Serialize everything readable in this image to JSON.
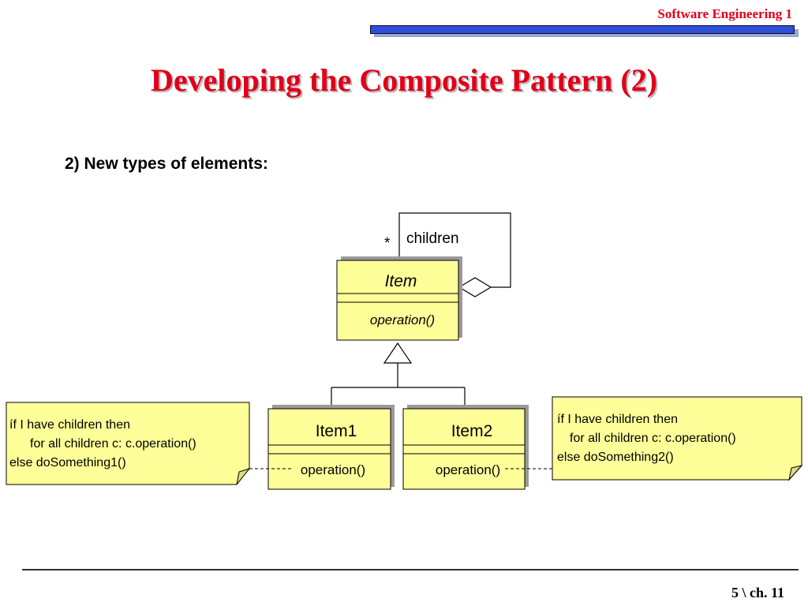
{
  "header": {
    "course": "Software Engineering 1",
    "bar_color": "#2f4fd8"
  },
  "slide": {
    "title": "Developing the Composite Pattern (2)",
    "subtitle": "2) New types of elements:",
    "title_color": "#e0001a"
  },
  "diagram": {
    "box_fill": "#ffff99",
    "item": {
      "name": "Item",
      "operation": "operation()"
    },
    "aggregation": {
      "multiplicity": "*",
      "role": "children"
    },
    "item1": {
      "name": "Item1",
      "operation": "operation()"
    },
    "item2": {
      "name": "Item2",
      "operation": "operation()"
    },
    "note_left": {
      "line1": "íf I have children then",
      "line2": "for all children c: c.operation()",
      "line3": "else doSomething1()"
    },
    "note_right": {
      "line1": "íf I have children then",
      "line2": "for all children c: c.operation()",
      "line3": "else doSomething2()"
    }
  },
  "footer": {
    "page": "5 \\ ch. 11"
  }
}
